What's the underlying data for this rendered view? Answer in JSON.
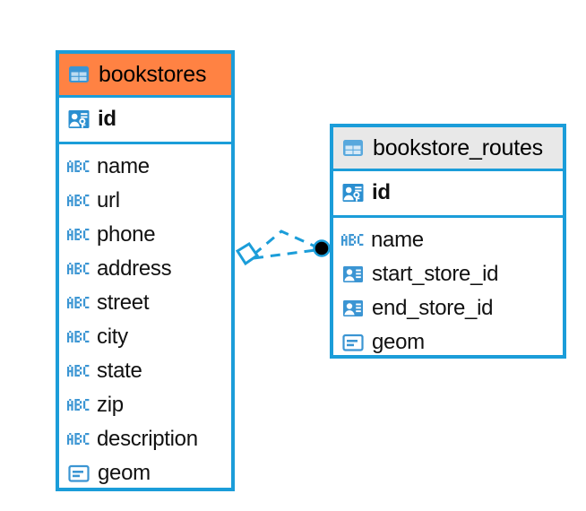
{
  "diagram": {
    "type": "entity-relationship-diagram",
    "colors": {
      "border": "#1b9dd9",
      "header_accent": "#ff8243",
      "header_neutral": "#e8e8e8",
      "icon_blue": "#3b95d3",
      "relationship_line": "#1b9dd9",
      "relationship_endpoint": "#000000",
      "background": "#ffffff"
    },
    "entities": [
      {
        "name": "bookstores",
        "header_style": "accent",
        "table_icon": "table-grid-icon",
        "primary_key": {
          "label": "id",
          "icon": "primary-key-icon",
          "bold": true
        },
        "fields": [
          {
            "label": "name",
            "icon": "abc-text-icon"
          },
          {
            "label": "url",
            "icon": "abc-text-icon"
          },
          {
            "label": "phone",
            "icon": "abc-text-icon"
          },
          {
            "label": "address",
            "icon": "abc-text-icon"
          },
          {
            "label": "street",
            "icon": "abc-text-icon"
          },
          {
            "label": "city",
            "icon": "abc-text-icon"
          },
          {
            "label": "state",
            "icon": "abc-text-icon"
          },
          {
            "label": "zip",
            "icon": "abc-text-icon"
          },
          {
            "label": "description",
            "icon": "abc-text-icon"
          },
          {
            "label": "geom",
            "icon": "geometry-icon"
          }
        ]
      },
      {
        "name": "bookstore_routes",
        "header_style": "neutral",
        "table_icon": "table-grid-icon",
        "primary_key": {
          "label": "id",
          "icon": "primary-key-icon",
          "bold": true
        },
        "fields": [
          {
            "label": "name",
            "icon": "abc-text-icon"
          },
          {
            "label": "start_store_id",
            "icon": "foreign-key-icon"
          },
          {
            "label": "end_store_id",
            "icon": "foreign-key-icon"
          },
          {
            "label": "geom",
            "icon": "geometry-icon"
          }
        ]
      }
    ],
    "relationships": [
      {
        "from_entity": "bookstores",
        "to_entity": "bookstore_routes",
        "source_marker": "diamond-outline",
        "target_marker": "filled-circle",
        "line_style": "dashed"
      },
      {
        "from_entity": "bookstores",
        "to_entity": "bookstore_routes",
        "source_marker": "diamond-outline",
        "target_marker": "filled-circle",
        "line_style": "dashed"
      }
    ]
  }
}
